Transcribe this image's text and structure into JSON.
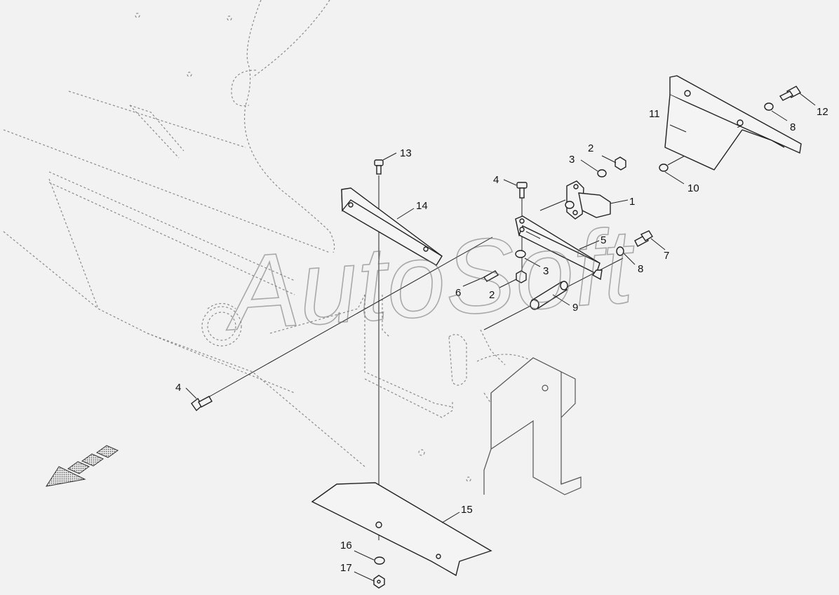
{
  "watermark": "AutoSoft",
  "callouts": {
    "c1": "1",
    "c2a": "2",
    "c2b": "2",
    "c3a": "3",
    "c3b": "3",
    "c4a": "4",
    "c4b": "4",
    "c5": "5",
    "c6": "6",
    "c7": "7",
    "c8a": "8",
    "c8b": "8",
    "c9": "9",
    "c10": "10",
    "c11": "11",
    "c12": "12",
    "c13": "13",
    "c14": "14",
    "c15": "15",
    "c16": "16",
    "c17": "17"
  },
  "icons": {
    "direction": "direction-arrow-icon"
  },
  "colors": {
    "background": "#f2f2f2",
    "line": "#222222",
    "hidden_line": "#8a8a8a"
  }
}
